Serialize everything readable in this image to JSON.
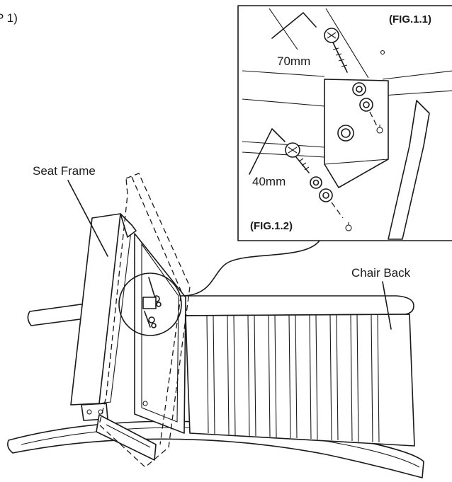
{
  "corner_text": "P 1)",
  "labels": {
    "seat_frame": "Seat Frame",
    "chair_back": "Chair Back"
  },
  "detail": {
    "fig_1_1": "(FIG.1.1)",
    "fig_1_2": "(FIG.1.2)",
    "bolt_long": "70mm",
    "bolt_short": "40mm"
  }
}
